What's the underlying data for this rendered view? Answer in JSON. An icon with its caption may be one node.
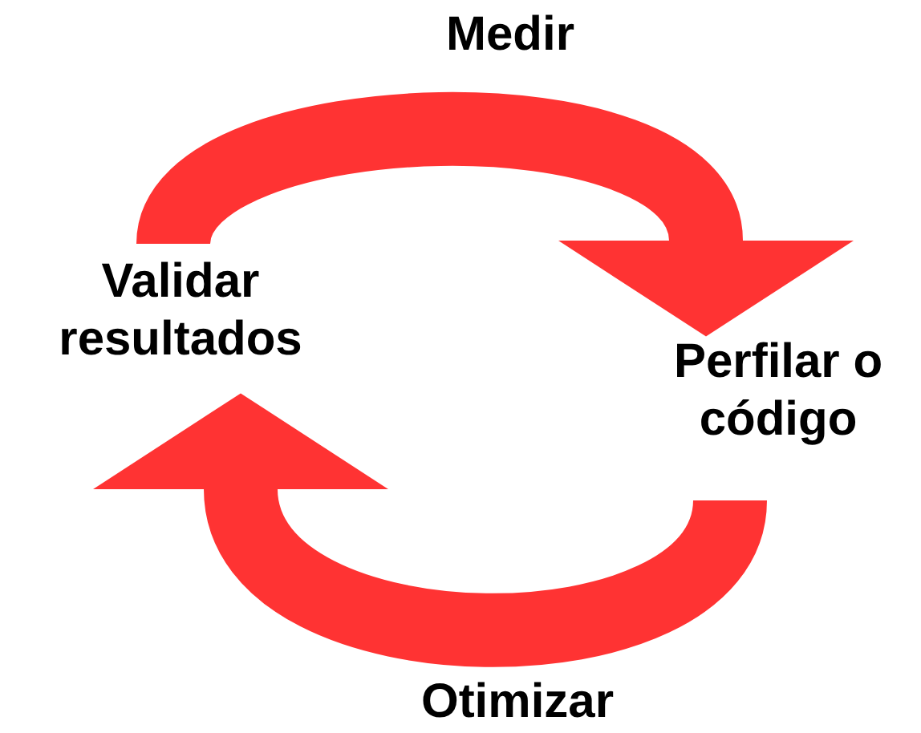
{
  "diagram": {
    "nodes": [
      {
        "text": [
          "Validar resultados"
        ]
      },
      {
        "text": [
          "Perfilar o código"
        ]
      }
    ],
    "edges": [
      {
        "from": 0,
        "to": 1,
        "arrow": "to",
        "label": "Medir"
      },
      {
        "from": 1,
        "to": 0,
        "arrow": "to",
        "label": "Otimizar"
      }
    ]
  }
}
